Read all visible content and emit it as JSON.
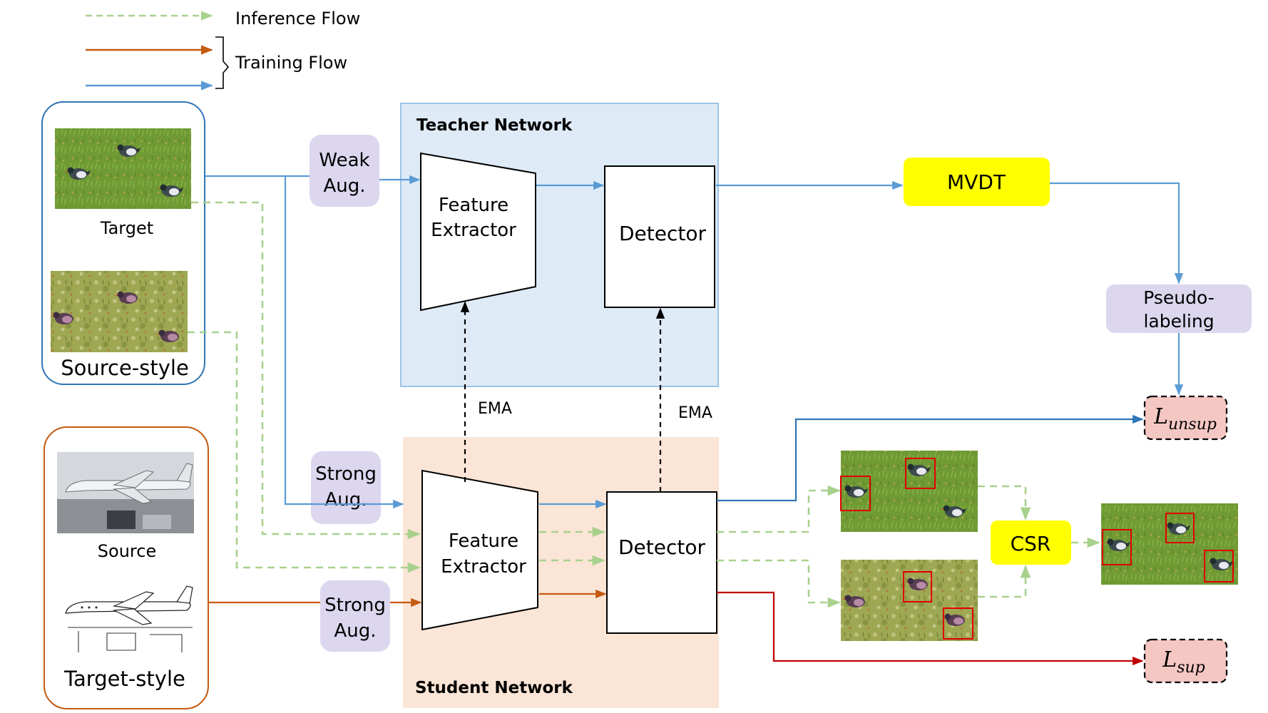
{
  "legend": {
    "inference": "Inference Flow",
    "training": "Training Flow"
  },
  "inputs": {
    "target": "Target",
    "source_style": "Source-style",
    "source": "Source",
    "target_style": "Target-style"
  },
  "aug": {
    "weak": [
      "Weak",
      "Aug."
    ],
    "strong_target": [
      "Strong",
      "Aug."
    ],
    "strong_source": [
      "Strong",
      "Aug."
    ]
  },
  "teacher": {
    "title": "Teacher Network",
    "feature_extractor": [
      "Feature",
      "Extractor"
    ],
    "detector": "Detector"
  },
  "student": {
    "title": "Student Network",
    "feature_extractor": [
      "Feature",
      "Extractor"
    ],
    "detector": "Detector"
  },
  "ema": [
    "EMA",
    "EMA"
  ],
  "mvdt": "MVDT",
  "pseudo_labeling": [
    "Pseudo-",
    "labeling"
  ],
  "csr": "CSR",
  "losses": {
    "unsup": {
      "base": "L",
      "sub": "unsup"
    },
    "sup": {
      "base": "L",
      "sub": "sup"
    }
  },
  "colors": {
    "inference": "#a9d18e",
    "training_source": "#c55a11",
    "training_target": "#5b9bd5",
    "supervised": "#c00000",
    "teacher_bg": "#deebf7",
    "teacher_border": "#9dc3e6",
    "student_bg": "#fbe5d6",
    "aug_bg": "#dcd6ef",
    "mvdt_bg": "#ffff00",
    "loss_bg": "#f4c7c3",
    "target_frame": "#2e75b6",
    "source_frame": "#c55a11"
  }
}
